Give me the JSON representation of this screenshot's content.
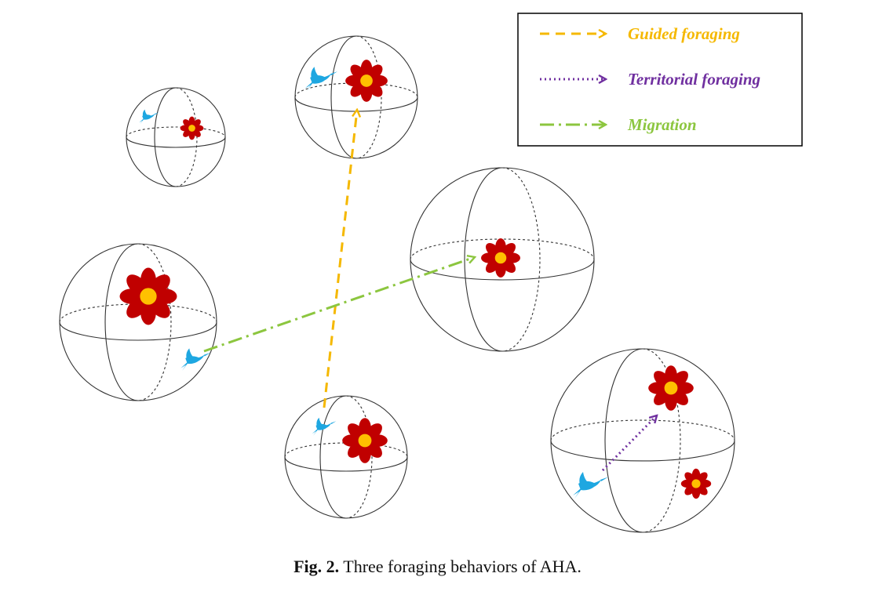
{
  "legend": {
    "items": [
      {
        "label": "Guided foraging",
        "color": "#f5b800",
        "line": "dashed"
      },
      {
        "label": "Territorial foraging",
        "color": "#7030a0",
        "line": "dotted"
      },
      {
        "label": "Migration",
        "color": "#8cc63f",
        "line": "dash-dot"
      }
    ]
  },
  "caption": {
    "label": "Fig. 2.",
    "text": "Three foraging behaviors of AHA."
  },
  "colors": {
    "hummingbird": "#1ea7e1",
    "flower_petal": "#c00000",
    "flower_center": "#ffc000",
    "sphere_line": "#333333"
  },
  "icons": [
    "hummingbird-icon",
    "flower-icon"
  ]
}
